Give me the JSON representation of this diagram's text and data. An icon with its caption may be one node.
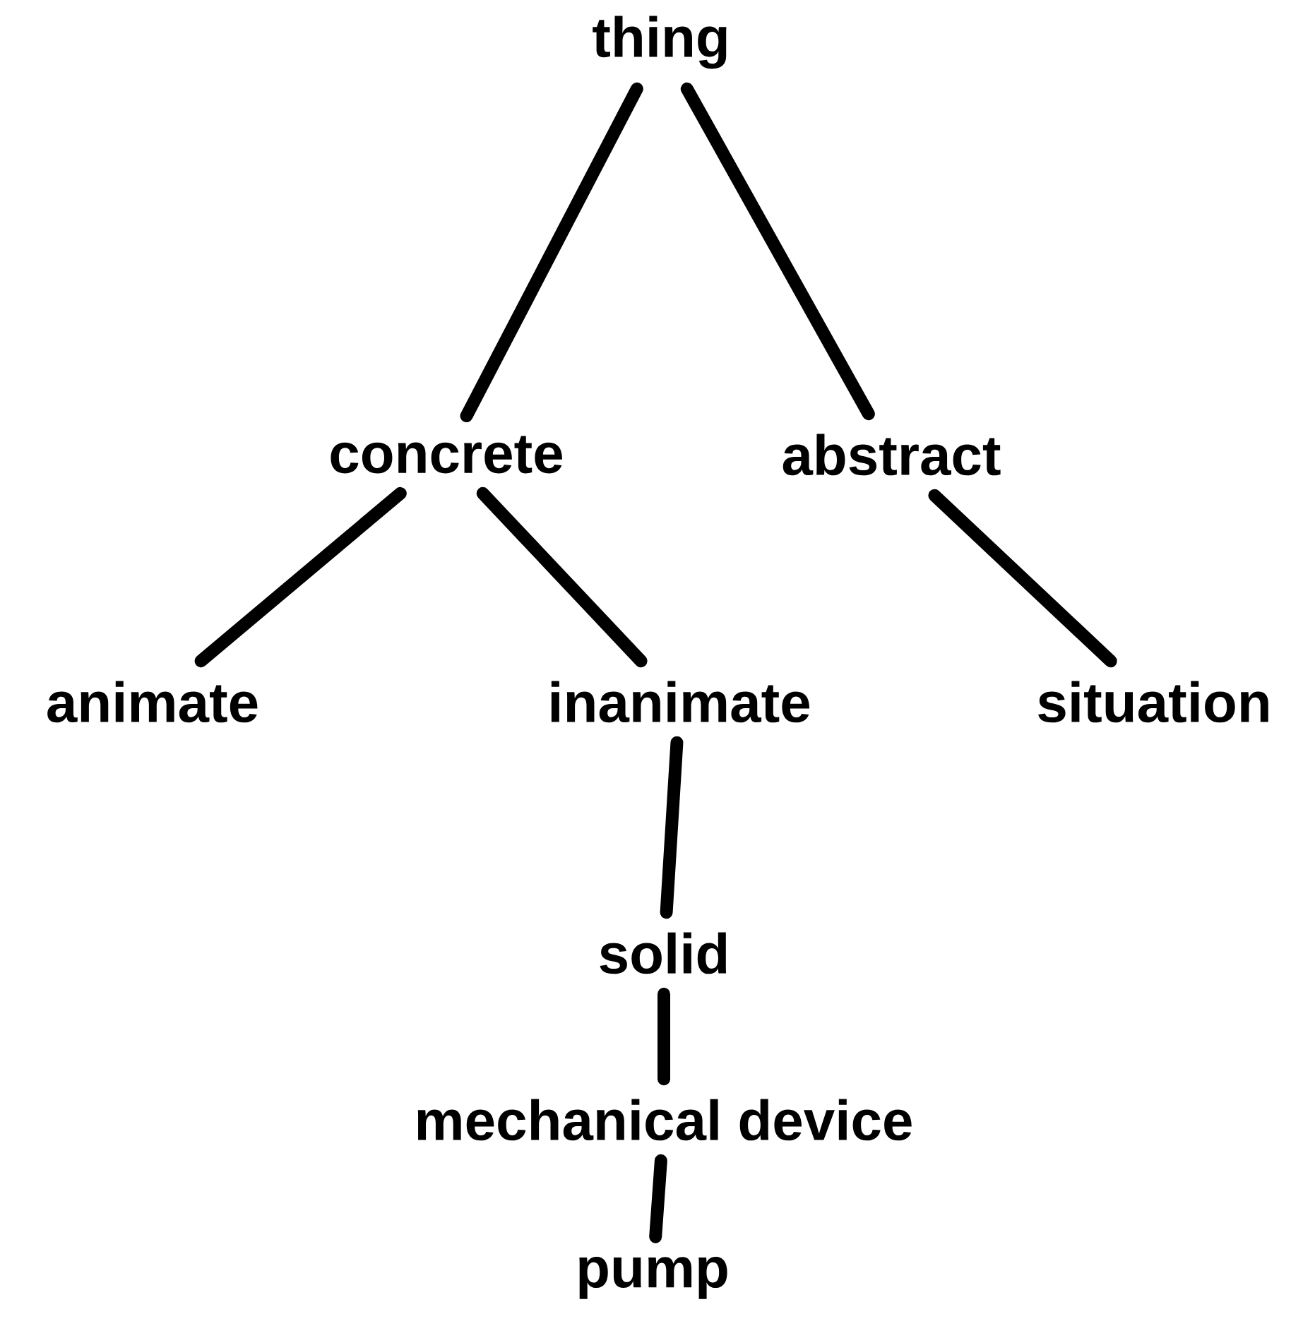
{
  "diagram": {
    "nodes": [
      {
        "text": [
          "thing"
        ]
      },
      {
        "text": [
          "concrete"
        ]
      },
      {
        "text": [
          "abstract"
        ]
      },
      {
        "text": [
          "animate"
        ]
      },
      {
        "text": [
          "inanimate"
        ]
      },
      {
        "text": [
          "situation"
        ]
      },
      {
        "text": [
          "solid"
        ]
      },
      {
        "text": [
          "mechanical device"
        ]
      },
      {
        "text": [
          "pump"
        ]
      }
    ],
    "edges": [
      {
        "from": 0,
        "to": 1,
        "arrow": "none"
      },
      {
        "from": 0,
        "to": 2,
        "arrow": "none"
      },
      {
        "from": 1,
        "to": 3,
        "arrow": "none"
      },
      {
        "from": 1,
        "to": 4,
        "arrow": "none"
      },
      {
        "from": 2,
        "to": 5,
        "arrow": "none"
      },
      {
        "from": 4,
        "to": 6,
        "arrow": "none"
      },
      {
        "from": 6,
        "to": 7,
        "arrow": "none"
      },
      {
        "from": 7,
        "to": 8,
        "arrow": "none"
      }
    ]
  }
}
